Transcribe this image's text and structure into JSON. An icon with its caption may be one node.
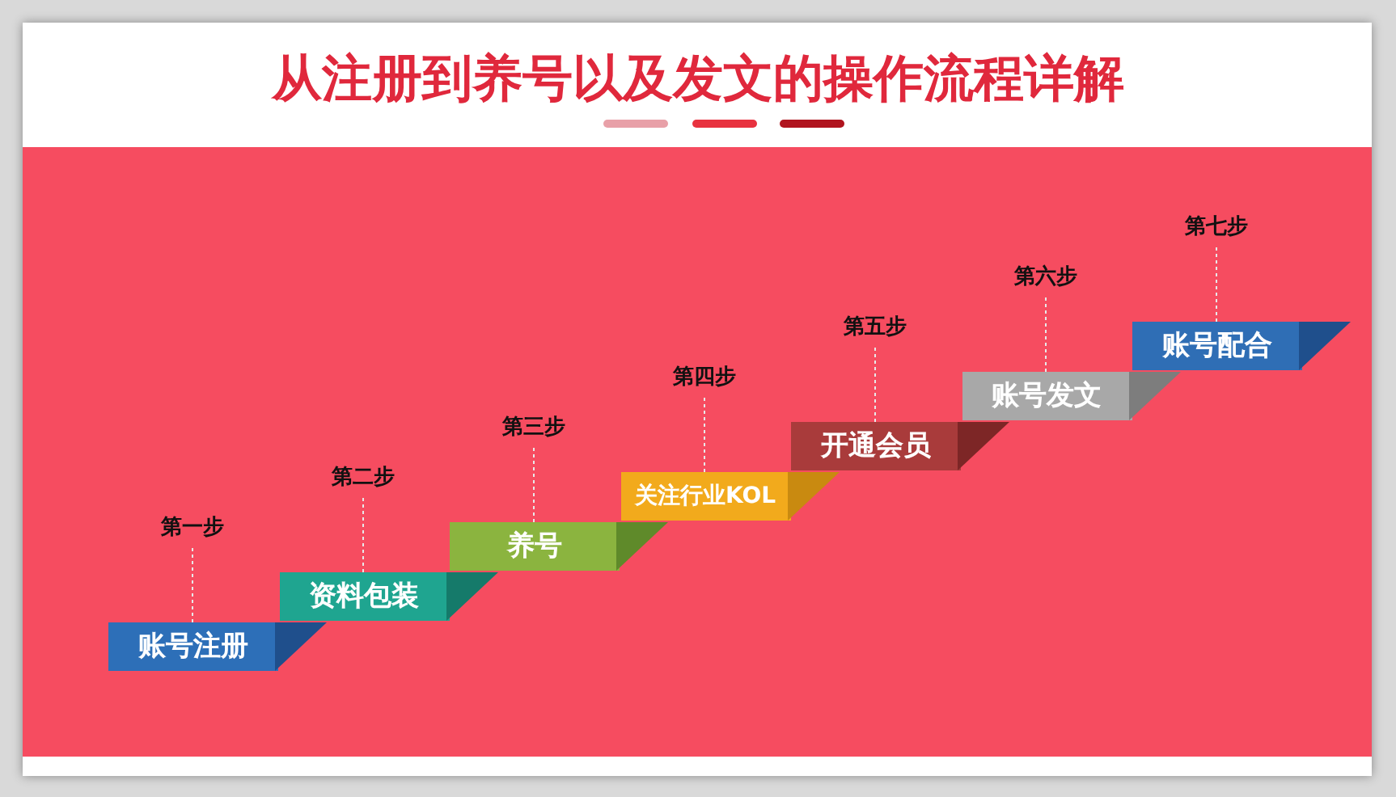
{
  "diagram": {
    "title": "从注册到养号以及发文的操作流程详解",
    "nodes": [
      {
        "text": [
          "账号注册"
        ]
      },
      {
        "text": [
          "资料包装"
        ]
      },
      {
        "text": [
          "养号"
        ]
      },
      {
        "text": [
          "关注行业KOL"
        ]
      },
      {
        "text": [
          "开通会员"
        ]
      },
      {
        "text": [
          "账号发文"
        ]
      },
      {
        "text": [
          "账号配合"
        ]
      },
      {
        "text": [
          "第一步"
        ]
      },
      {
        "text": [
          "第二步"
        ]
      },
      {
        "text": [
          "第三步"
        ]
      },
      {
        "text": [
          "第四步"
        ]
      },
      {
        "text": [
          "第五步"
        ]
      },
      {
        "text": [
          "第六步"
        ]
      },
      {
        "text": [
          "第七步"
        ]
      }
    ],
    "edges": [
      {
        "from": 7,
        "to": 0,
        "arrow": "none",
        "style": "dashed"
      },
      {
        "from": 8,
        "to": 1,
        "arrow": "none",
        "style": "dashed"
      },
      {
        "from": 9,
        "to": 2,
        "arrow": "none",
        "style": "dashed"
      },
      {
        "from": 10,
        "to": 3,
        "arrow": "none",
        "style": "dashed"
      },
      {
        "from": 11,
        "to": 4,
        "arrow": "none",
        "style": "dashed"
      },
      {
        "from": 12,
        "to": 5,
        "arrow": "none",
        "style": "dashed"
      },
      {
        "from": 13,
        "to": 6,
        "arrow": "none",
        "style": "dashed"
      }
    ]
  }
}
